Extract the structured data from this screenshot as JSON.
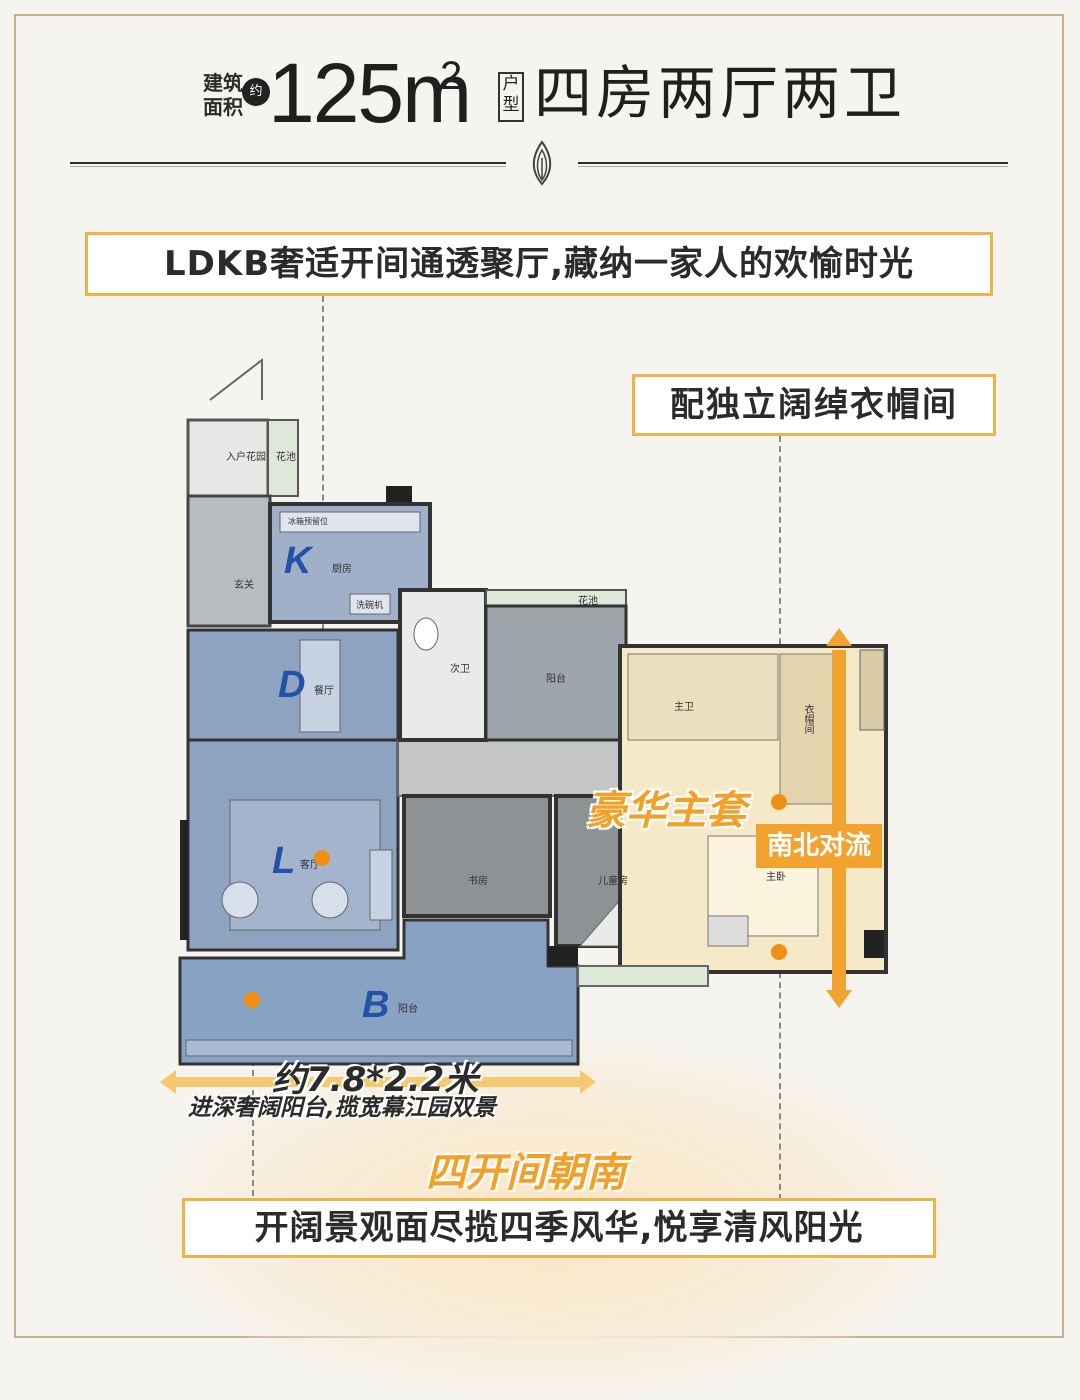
{
  "header": {
    "label_jianzhu": "建筑",
    "label_mianji": "面积",
    "badge_yue": "约",
    "area_value": "125m",
    "area_sup": "2",
    "label_huxing_1": "户",
    "label_huxing_2": "型",
    "layout_title": "四房两厅两卫"
  },
  "callouts": {
    "ldkb": "LDKB奢适开间通透聚厅,藏纳一家人的欢愉时光",
    "wardrobe": "配独立阔绰衣帽间",
    "luxury_suite": "豪华主套",
    "north_south": "南北对流",
    "balcony_size": "约7.8*2.2米",
    "balcony_desc": "进深奢阔阳台,揽宽幕江园双景",
    "four_south": "四开间朝南",
    "view_desc": "开阔景观面尽揽四季风华,悦享清风阳光"
  },
  "rooms": {
    "K": "K",
    "D": "D",
    "L": "L",
    "B": "B",
    "entry_garden": "入户花园",
    "planter_1": "花池",
    "foyer": "玄关",
    "kitchen": "厨房",
    "kitchen_fridge": "冰箱预留位",
    "washer": "洗碗机",
    "dining": "餐厅",
    "living": "客厅",
    "guest_bath": "次卫",
    "balcony_small": "阳台",
    "planter_2": "花池",
    "master_bath": "主卫",
    "study": "书房",
    "kids": "儿童房",
    "master_bed": "主卧",
    "balcony_big": "阳台",
    "wardrobe_room": "衣帽间"
  },
  "colors": {
    "accent_orange": "#f2a22e",
    "blue_zone": "#8aa4c8",
    "border_gold": "#c9b08a"
  }
}
